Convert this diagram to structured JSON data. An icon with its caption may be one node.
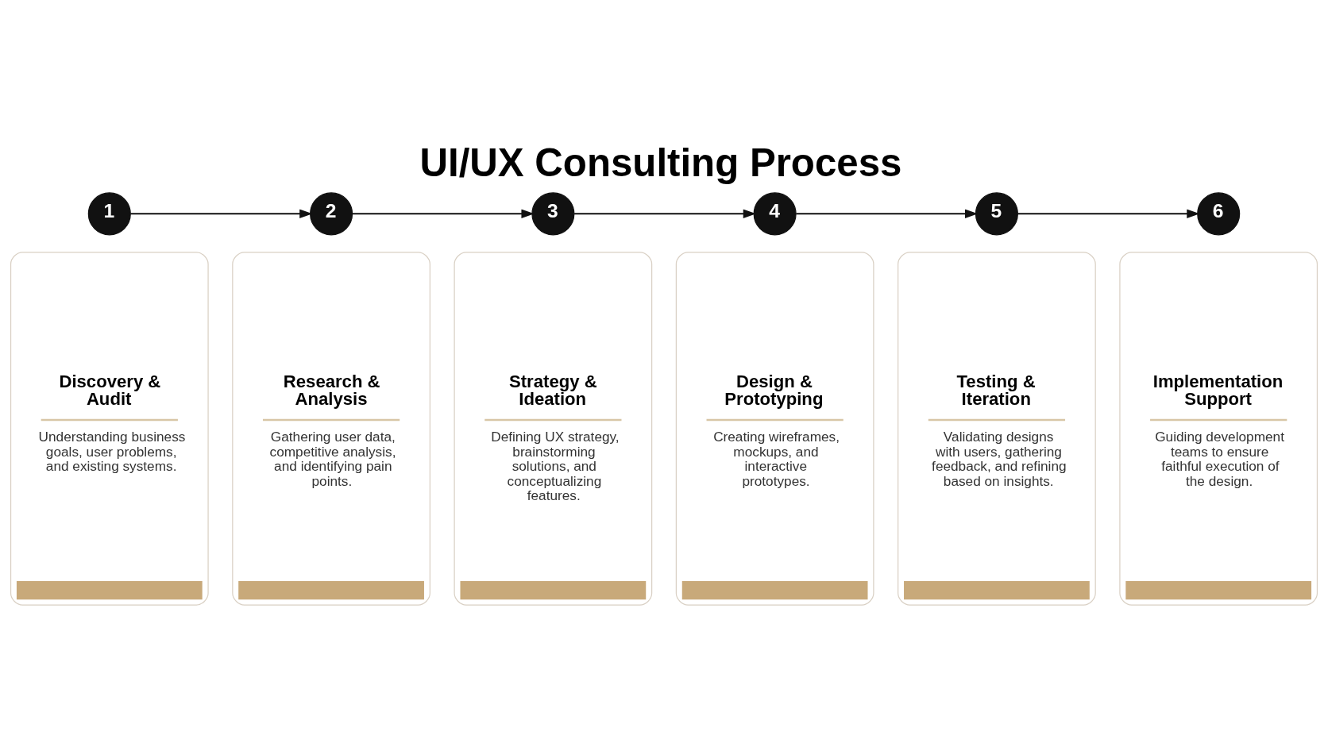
{
  "diagram": {
    "title": "UI/UX Consulting Process",
    "nodes": [
      {
        "text": [
          "1"
        ]
      },
      {
        "text": [
          "2"
        ]
      },
      {
        "text": [
          "3"
        ]
      },
      {
        "text": [
          "4"
        ]
      },
      {
        "text": [
          "5"
        ]
      },
      {
        "text": [
          "6"
        ]
      },
      {
        "text": [
          "Discovery & Audit",
          "Understanding business goals, user problems, and existing systems."
        ]
      },
      {
        "text": [
          "Research & Analysis",
          "Gathering user data, competitive analysis, and identifying pain points."
        ]
      },
      {
        "text": [
          "Strategy & Ideation",
          "Defining UX strategy, brainstorming solutions, and conceptualizing features."
        ]
      },
      {
        "text": [
          "Design & Prototyping",
          "Creating wireframes, mockups, and interactive prototypes."
        ]
      },
      {
        "text": [
          "Testing & Iteration",
          "Validating designs with users, gathering feedback, and refining based on insights."
        ]
      },
      {
        "text": [
          "Implementation Support",
          "Guiding development teams to ensure faithful execution of the design."
        ]
      }
    ],
    "edges": [
      {
        "from": 0,
        "to": 1,
        "arrow": "to"
      },
      {
        "from": 1,
        "to": 2,
        "arrow": "to"
      },
      {
        "from": 2,
        "to": 3,
        "arrow": "to"
      },
      {
        "from": 3,
        "to": 4,
        "arrow": "to"
      },
      {
        "from": 4,
        "to": 5,
        "arrow": "to"
      }
    ]
  }
}
